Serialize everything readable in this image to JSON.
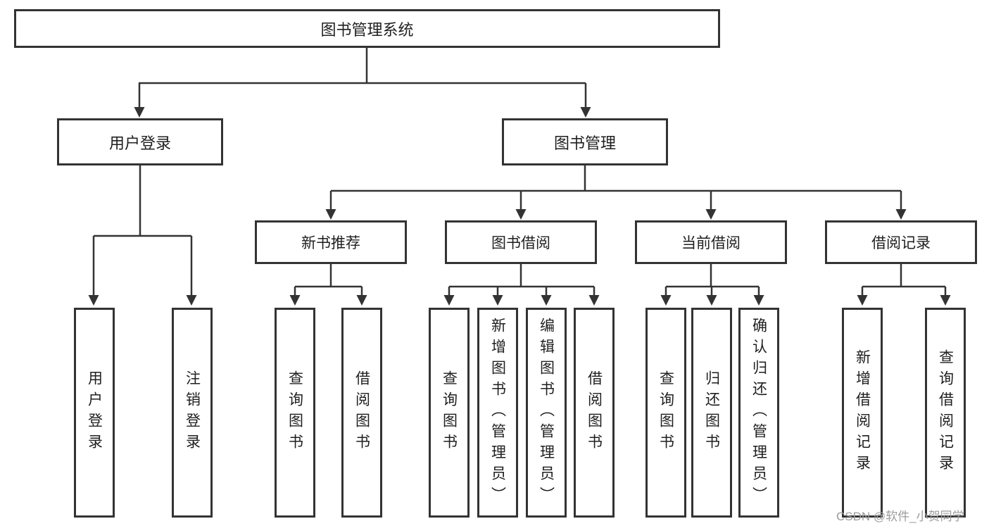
{
  "tree": {
    "root": {
      "label": "图书管理系统"
    },
    "login": {
      "label": "用户登录",
      "children": [
        {
          "label": "用户登录"
        },
        {
          "label": "注销登录"
        }
      ]
    },
    "management": {
      "label": "图书管理",
      "sections": [
        {
          "label": "新书推荐",
          "children": [
            {
              "label": "查询图书"
            },
            {
              "label": "借阅图书"
            }
          ]
        },
        {
          "label": "图书借阅",
          "children": [
            {
              "label": "查询图书"
            },
            {
              "label": "新增图书（管理员）"
            },
            {
              "label": "编辑图书（管理员）"
            },
            {
              "label": "借阅图书"
            }
          ]
        },
        {
          "label": "当前借阅",
          "children": [
            {
              "label": "查询图书"
            },
            {
              "label": "归还图书"
            },
            {
              "label": "确认归还（管理员）"
            }
          ]
        },
        {
          "label": "借阅记录",
          "children": [
            {
              "label": "新增借阅记录"
            },
            {
              "label": "查询借阅记录"
            }
          ]
        }
      ]
    }
  },
  "watermark": {
    "text": "CSDN @软件_小贺同学"
  },
  "colors": {
    "line": "#333333",
    "border": "#333333",
    "text": "#1f1f1f",
    "watermark": "#9c9c9c",
    "background": "#ffffff"
  }
}
